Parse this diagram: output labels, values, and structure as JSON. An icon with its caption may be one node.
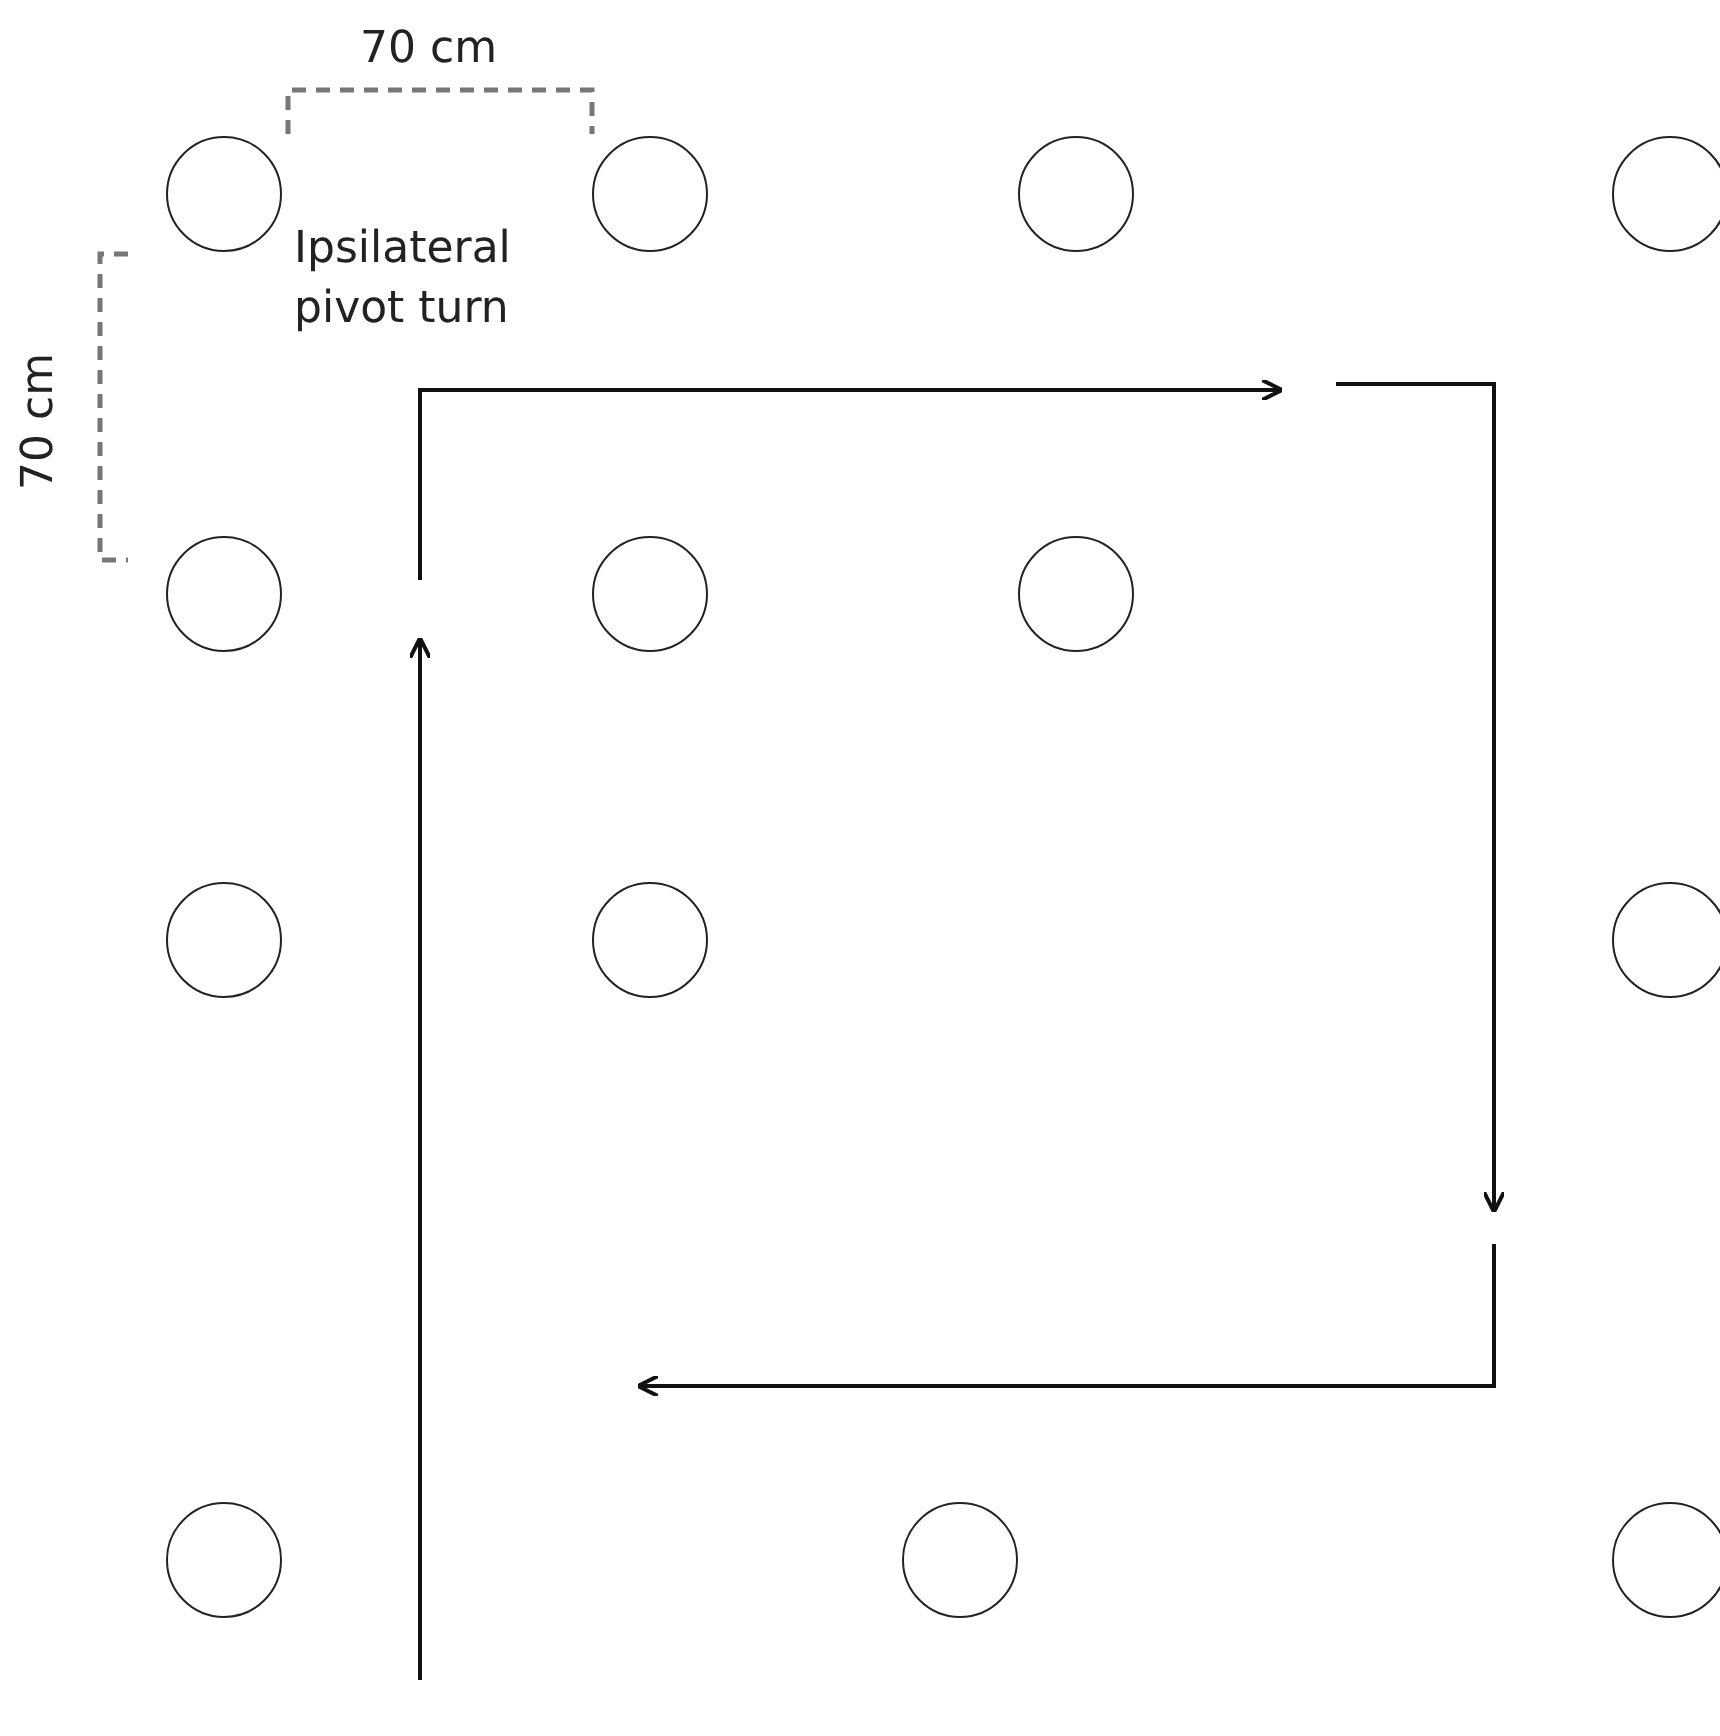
{
  "diagram": {
    "nodes": [
      {
        "text": [],
        "shape": "circle"
      },
      {
        "text": [],
        "shape": "circle"
      },
      {
        "text": [],
        "shape": "circle"
      },
      {
        "text": [],
        "shape": "circle"
      },
      {
        "text": [],
        "shape": "circle"
      },
      {
        "text": [],
        "shape": "circle"
      },
      {
        "text": [],
        "shape": "circle"
      },
      {
        "text": [],
        "shape": "circle"
      },
      {
        "text": [],
        "shape": "circle"
      },
      {
        "text": [],
        "shape": "circle"
      },
      {
        "text": [],
        "shape": "circle"
      },
      {
        "text": [],
        "shape": "circle"
      },
      {
        "text": [],
        "shape": "circle"
      }
    ],
    "labels": [
      "70 cm",
      "Ipsilateral pivot turn",
      "70 cm"
    ]
  }
}
